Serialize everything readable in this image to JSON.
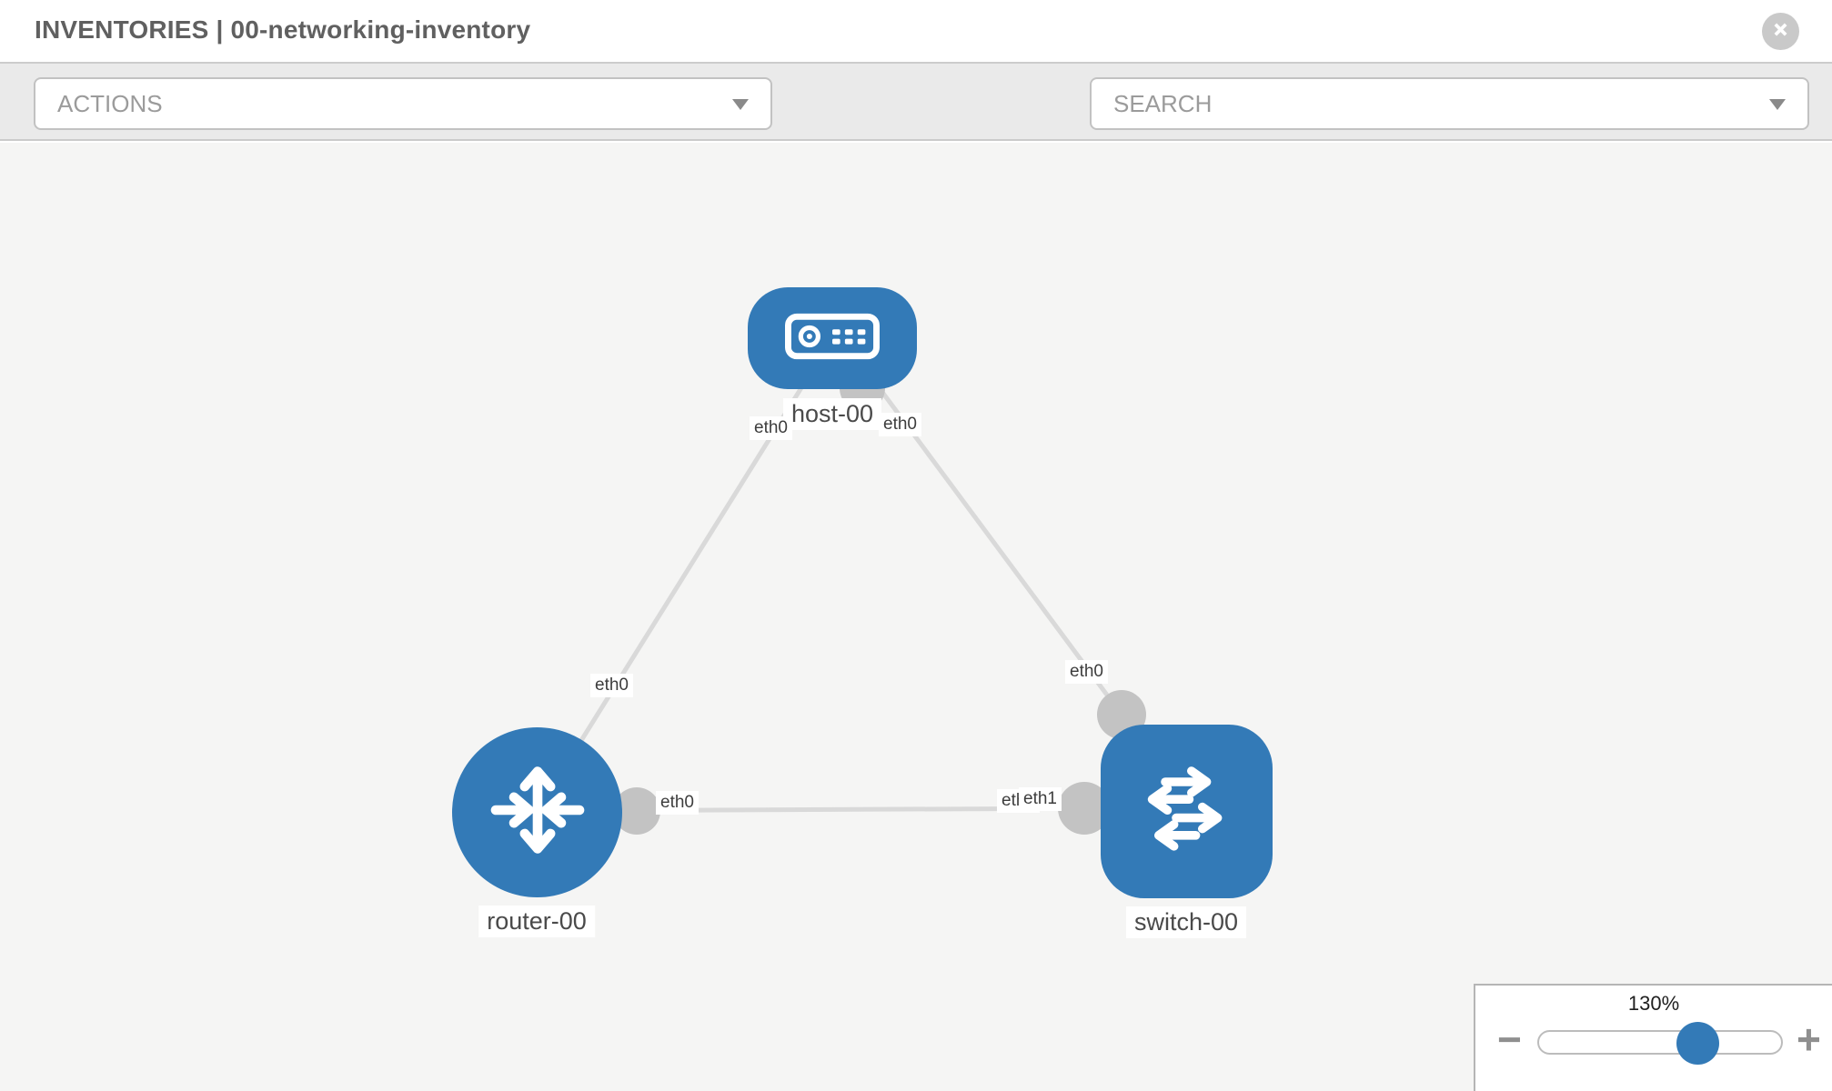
{
  "header": {
    "title": "INVENTORIES | 00-networking-inventory"
  },
  "toolbar": {
    "actions_placeholder": "ACTIONS",
    "search_placeholder": "SEARCH"
  },
  "topology": {
    "nodes": [
      {
        "name": "host-00",
        "type": "host"
      },
      {
        "name": "router-00",
        "type": "router"
      },
      {
        "name": "switch-00",
        "type": "switch"
      }
    ],
    "links": [
      {
        "from": "host-00",
        "from_port": "eth0",
        "to": "router-00",
        "to_port": "eth0"
      },
      {
        "from": "host-00",
        "from_port": "eth0",
        "to": "switch-00",
        "to_port": "eth0"
      },
      {
        "from": "router-00",
        "from_port": "eth0",
        "to": "switch-00",
        "to_port": "eth1"
      }
    ],
    "port_labels": {
      "host_left": "eth0",
      "host_right": "eth0",
      "router_top": "eth0",
      "router_right": "eth0",
      "switch_top": "eth0",
      "switch_left_back": "eth0",
      "switch_left_front": "eth1"
    }
  },
  "zoom_control": {
    "value_label": "130%",
    "percent": 130,
    "minus": "−",
    "plus": "+"
  },
  "colors": {
    "node_blue": "#337ab7",
    "link_gray": "#d9d9d9",
    "port_circle_gray": "#c3c3c3",
    "toolbar_gray": "#eaeaea",
    "canvas_gray": "#f5f5f4"
  }
}
